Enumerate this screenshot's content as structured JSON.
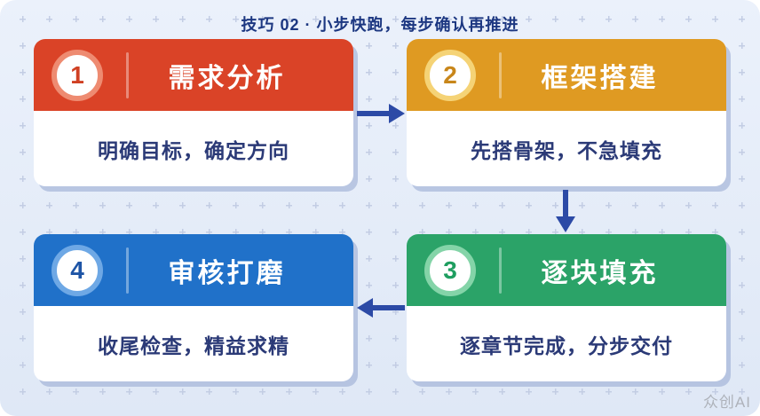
{
  "title": "技巧 02 · 小步快跑，每步确认再推进",
  "watermark": "众创AI",
  "colors": {
    "background_top": "#EBF1FB",
    "background_bottom": "#DFE8F6",
    "title_text": "#1C3781",
    "body_text": "#2B3A77",
    "arrow": "#2C4AA6",
    "card_shadow": "rgba(148,166,208,0.55)",
    "watermark_text": "#AEB2BA",
    "plus_mark": "#C3CDE4"
  },
  "steps": [
    {
      "number": "1",
      "title": "需求分析",
      "desc": "明确目标，确定方向",
      "colors": {
        "header": "#DA4327",
        "ring": "#EE8B71",
        "number": "#D04023"
      }
    },
    {
      "number": "2",
      "title": "框架搭建",
      "desc": "先搭骨架，不急填充",
      "colors": {
        "header": "#DF9A22",
        "ring": "#F5D376",
        "number": "#C8861A"
      }
    },
    {
      "number": "3",
      "title": "逐块填充",
      "desc": "逐章节完成，分步交付",
      "colors": {
        "header": "#2BA368",
        "ring": "#84D4A8",
        "number": "#1F9E60"
      }
    },
    {
      "number": "4",
      "title": "审核打磨",
      "desc": "收尾检查，精益求精",
      "colors": {
        "header": "#2071C9",
        "ring": "#6EA8E5",
        "number": "#1E55A6"
      }
    }
  ],
  "arrows": [
    {
      "name": "step1-to-step2",
      "direction": "right"
    },
    {
      "name": "step2-to-step3",
      "direction": "down"
    },
    {
      "name": "step3-to-step4",
      "direction": "left"
    }
  ]
}
